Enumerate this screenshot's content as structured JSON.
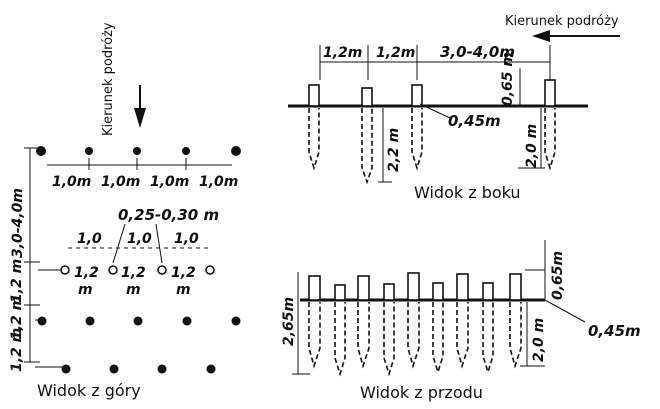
{
  "top_view": {
    "caption": "Widok z góry",
    "travel_direction": "Kierunek podróży",
    "row1_spacing": [
      "1,0m",
      "1,0m",
      "1,0m",
      "1,0m"
    ],
    "left_dim": "3,0-4,0m",
    "diameter": "0,25-0,30 m",
    "row2_spacing": [
      "1,0",
      "1,0",
      "1,0"
    ],
    "row2_gap": [
      "1,2",
      "1,2",
      "1,2"
    ],
    "row2_gap_unit": [
      "m",
      "m",
      "m"
    ],
    "left_dims_lower": [
      "1,2 m",
      "1,2 m",
      "1,2 m"
    ]
  },
  "side_view": {
    "caption": "Widok z boku",
    "travel_direction": "Kierunek podróży",
    "spacings": [
      "1,2m",
      "1,2m",
      "3,0-4,0m"
    ],
    "height": "0,65 m",
    "offset": "0,45m",
    "depth_left": "2,2 m",
    "depth_right": "2,0 m"
  },
  "front_view": {
    "caption": "Widok z przodu",
    "height": "0,65m",
    "offset": "0,45m",
    "total": "2,65m",
    "depth": "2,0 m"
  }
}
